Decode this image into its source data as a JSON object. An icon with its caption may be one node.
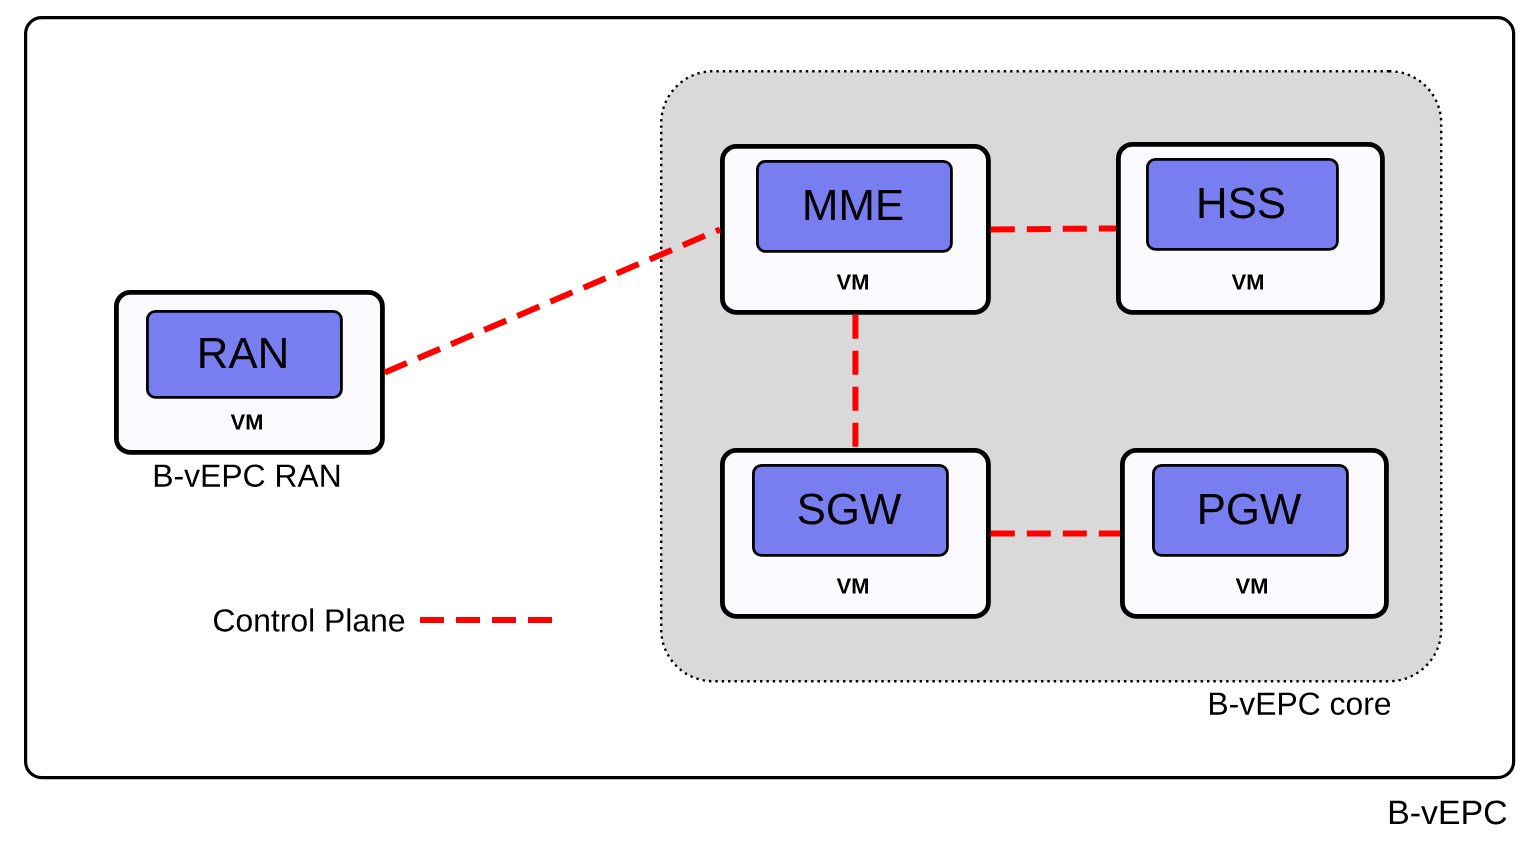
{
  "diagram": {
    "nodes": [
      {
        "text": [
          "B-vEPC"
        ]
      },
      {
        "text": [
          "B-vEPC core"
        ],
        "in": 0
      },
      {
        "text": [
          "VM"
        ],
        "beside": [
          "B-vEPC RAN"
        ],
        "in": 0
      },
      {
        "text": [
          "RAN"
        ],
        "in": 2
      },
      {
        "text": [
          "VM"
        ],
        "in": 1
      },
      {
        "text": [
          "MME"
        ],
        "in": 4
      },
      {
        "text": [
          "VM"
        ],
        "in": 1
      },
      {
        "text": [
          "HSS"
        ],
        "in": 6
      },
      {
        "text": [
          "VM"
        ],
        "in": 1
      },
      {
        "text": [
          "SGW"
        ],
        "in": 8
      },
      {
        "text": [
          "VM"
        ],
        "in": 1
      },
      {
        "text": [
          "PGW"
        ],
        "in": 10
      }
    ],
    "edges": [
      {
        "from": 2,
        "to": 4,
        "arrow": "none",
        "style": "dashed"
      },
      {
        "from": 4,
        "to": 6,
        "arrow": "none",
        "style": "dashed"
      },
      {
        "from": 4,
        "to": 8,
        "arrow": "none",
        "style": "dashed"
      },
      {
        "from": 8,
        "to": 10,
        "arrow": "none",
        "style": "dashed"
      }
    ],
    "legend": [
      {
        "text": "Control Plane"
      }
    ]
  }
}
